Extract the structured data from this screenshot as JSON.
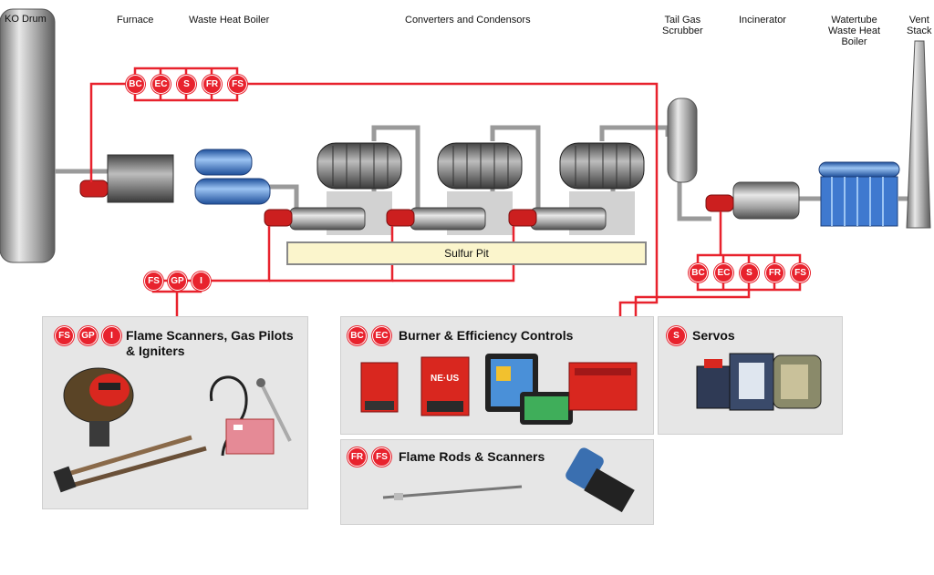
{
  "labels": {
    "ko_drum": "KO Drum",
    "furnace": "Furnace",
    "waste_heat_boiler": "Waste Heat Boiler",
    "converters": "Converters and Condensors",
    "tail_gas_1": "Tail Gas",
    "tail_gas_2": "Scrubber",
    "incinerator": "Incinerator",
    "watertube_1": "Watertube",
    "watertube_2": "Waste Heat",
    "watertube_3": "Boiler",
    "vent_1": "Vent",
    "vent_2": "Stack",
    "sulfur_pit": "Sulfur Pit"
  },
  "badges": {
    "top": [
      "BC",
      "EC",
      "S",
      "FR",
      "FS"
    ],
    "right": [
      "BC",
      "EC",
      "S",
      "FR",
      "FS"
    ],
    "left": [
      "FS",
      "GP",
      "I"
    ]
  },
  "panels": {
    "flame_scanners": {
      "badges": [
        "FS",
        "GP",
        "I"
      ],
      "title_1": "Flame Scanners, Gas Pilots",
      "title_2": "& Igniters"
    },
    "burner": {
      "badges": [
        "BC",
        "EC"
      ],
      "title": "Burner & Efficiency Controls",
      "screen_brand": "NE·US"
    },
    "servos": {
      "badges": [
        "S"
      ],
      "title": "Servos"
    },
    "flame_rods": {
      "badges": [
        "FR",
        "FS"
      ],
      "title": "Flame Rods & Scanners"
    }
  },
  "colors": {
    "signal_line": "#e8222d",
    "vessel_gray": "#9a9a9a",
    "boiler_blue": "#4a86d8",
    "burner_red": "#cc1f1f",
    "panel_bg": "#e6e6e6"
  }
}
